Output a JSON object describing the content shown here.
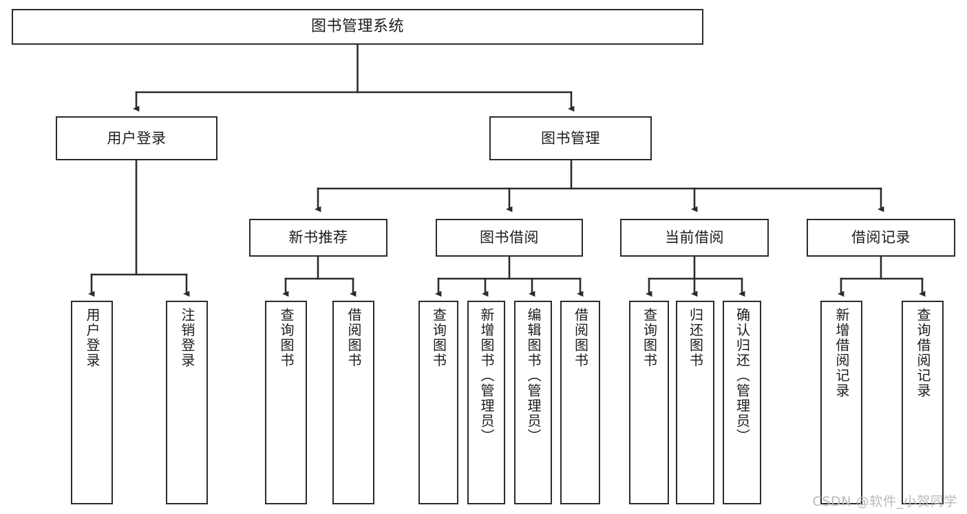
{
  "diagram": {
    "type": "tree",
    "title": "图书管理系统",
    "colors": {
      "background": "#ffffff",
      "box_border": "#2b2b2b",
      "box_fill": "#ffffff",
      "text": "#1c1c1c",
      "connector": "#2b2b2b",
      "watermark": "#b9b9b9"
    },
    "root": {
      "label": "图书管理系统"
    },
    "level2": [
      {
        "label": "用户登录"
      },
      {
        "label": "图书管理"
      }
    ],
    "level3": [
      {
        "label": "新书推荐"
      },
      {
        "label": "图书借阅"
      },
      {
        "label": "当前借阅"
      },
      {
        "label": "借阅记录"
      }
    ],
    "leaves": {
      "user_login": [
        {
          "label": "用户登录"
        },
        {
          "label": "注销登录"
        }
      ],
      "new_book": [
        {
          "label": "查询图书"
        },
        {
          "label": "借阅图书"
        }
      ],
      "book_borrow": [
        {
          "label": "查询图书"
        },
        {
          "label": "新增图书（管理员）"
        },
        {
          "label": "编辑图书（管理员）"
        },
        {
          "label": "借阅图书"
        }
      ],
      "current_borrow": [
        {
          "label": "查询图书"
        },
        {
          "label": "归还图书"
        },
        {
          "label": "确认归还（管理员）"
        }
      ],
      "borrow_record": [
        {
          "label": "新增借阅记录"
        },
        {
          "label": "查询借阅记录"
        }
      ]
    },
    "watermark": "CSDN @软件_小贺同学"
  }
}
